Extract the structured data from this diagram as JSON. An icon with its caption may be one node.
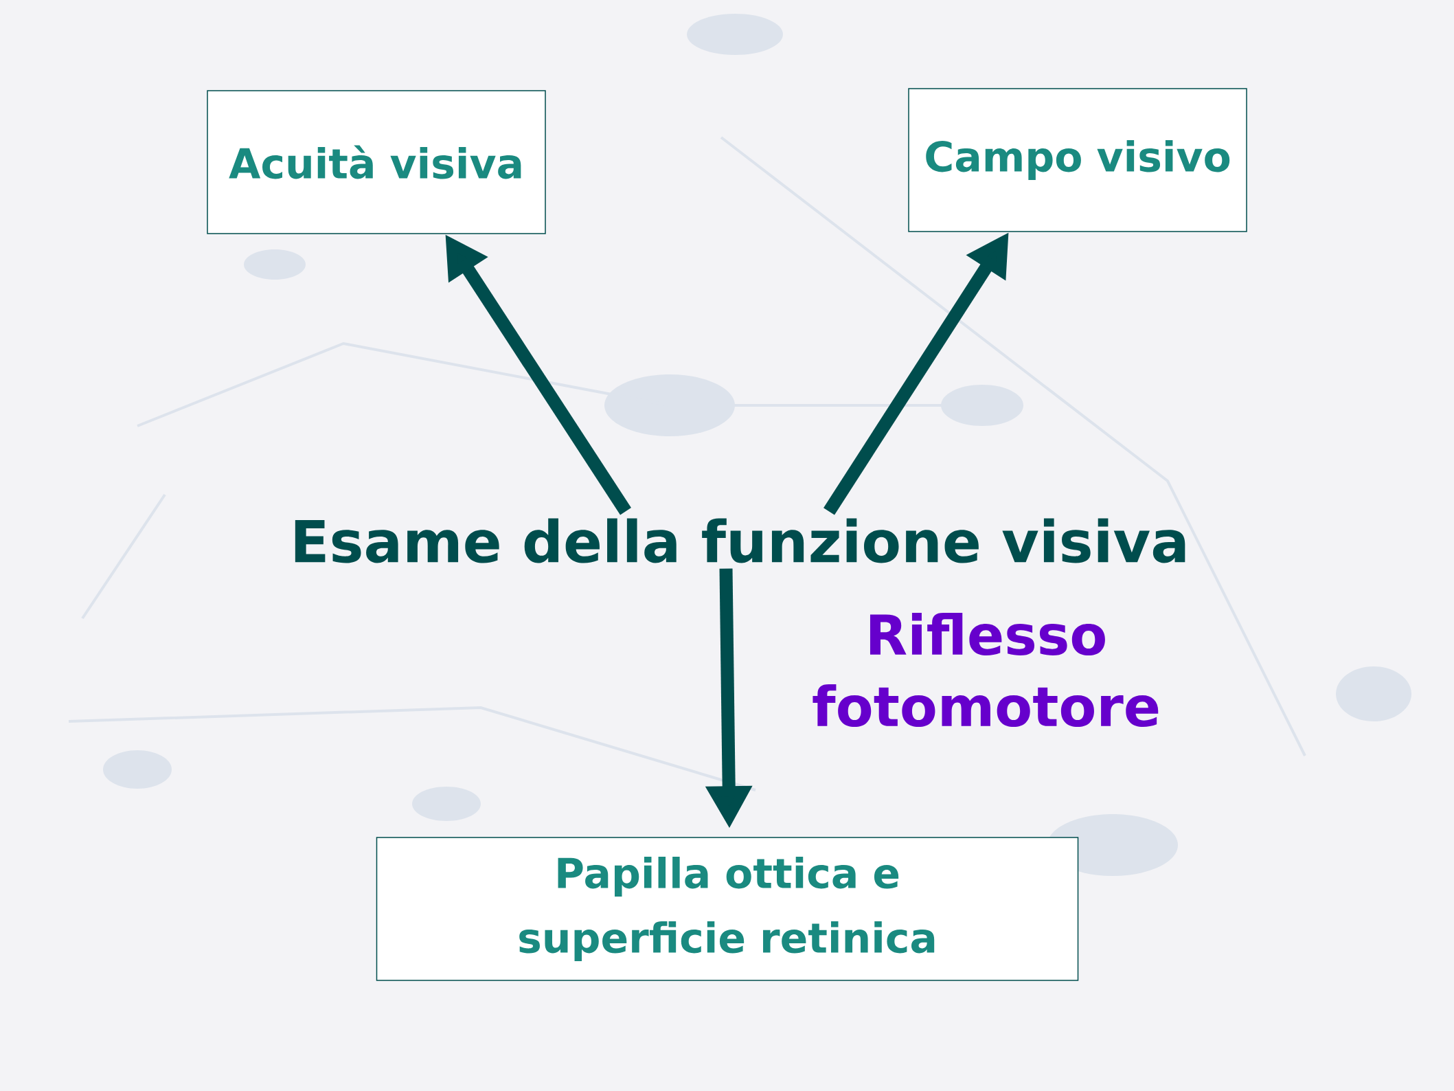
{
  "diagram": {
    "nodes": [
      {
        "text": [
          "Esame della funzione visiva"
        ]
      },
      {
        "text": [
          "Acuità visiva"
        ]
      },
      {
        "text": [
          "Campo visivo"
        ]
      },
      {
        "text": [
          "Papilla ottica e superficie retinica"
        ]
      }
    ],
    "edges": [
      {
        "from": 0,
        "to": 1,
        "arrow": "to"
      },
      {
        "from": 0,
        "to": 2,
        "arrow": "to"
      },
      {
        "from": 0,
        "to": 3,
        "arrow": "to",
        "label": "Riflesso fotomotore"
      }
    ]
  }
}
